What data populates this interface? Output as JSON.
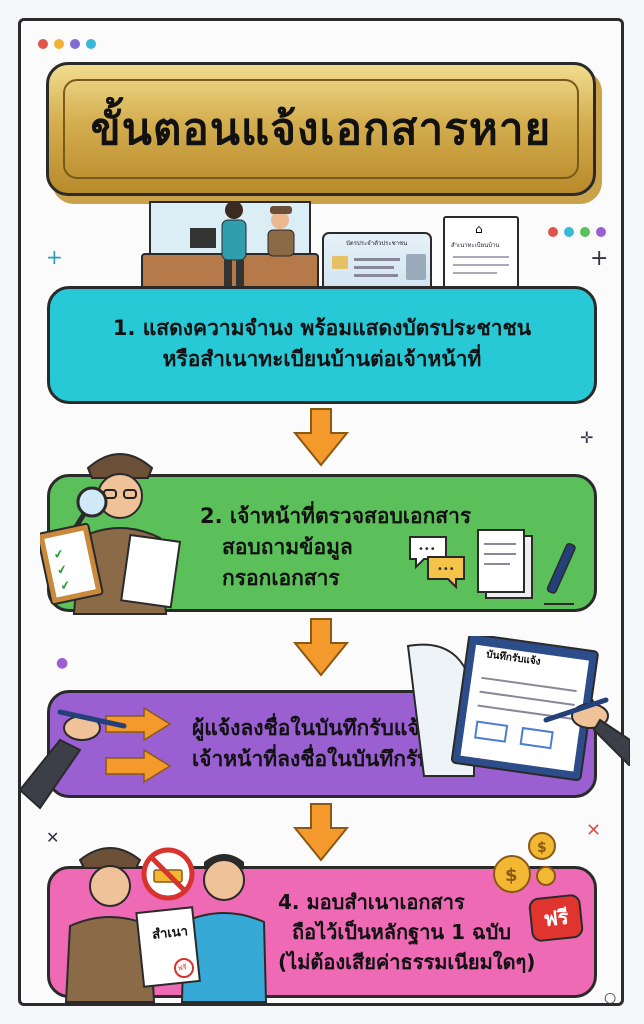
{
  "title": "ขั้นตอนแจ้งเอกสารหาย",
  "colors": {
    "step1": "#28c9d6",
    "step2": "#5cc05a",
    "step3": "#9a5fd1",
    "step4": "#ef6ab5",
    "arrow": "#f49a2c",
    "gold": "#d4ae4f"
  },
  "id_card": {
    "header": "บัตรประจำตัวประชาชน"
  },
  "house_doc": {
    "header": "สำเนาทะเบียนบ้าน"
  },
  "record_doc": {
    "header": "บันทึกรับแจ้ง"
  },
  "copy_doc": {
    "header": "สำเนา",
    "stamp": "ฟรี"
  },
  "steps": [
    {
      "lines": [
        "1. แสดงความจำนง พร้อมแสดงบัตรประชาชน",
        "หรือสำเนาทะเบียนบ้านต่อเจ้าหน้าที่"
      ]
    },
    {
      "lines": [
        "2. เจ้าหน้าที่ตรวจสอบเอกสาร",
        "สอบถามข้อมูล",
        "กรอกเอกสาร"
      ]
    },
    {
      "lines": [
        "ผู้แจ้งลงชื่อในบันทึกรับแจ้ง",
        "เจ้าหน้าที่ลงชื่อในบันทึกรับแจ้ง"
      ]
    },
    {
      "lines": [
        "4. มอบสำเนาเอกสาร",
        "ถือไว้เป็นหลักฐาน 1 ฉบับ",
        "(ไม่ต้องเสียค่าธรรมเนียมใดๆ)"
      ]
    }
  ],
  "free_badge": "ฟรี",
  "icons": [
    "counter-desk-icon",
    "id-card-icon",
    "house-registration-icon",
    "police-officer-icon",
    "magnifier-icon",
    "clipboard-icon",
    "chat-bubbles-icon",
    "papers-icon",
    "pen-icon",
    "signing-hand-icon",
    "record-form-icon",
    "coins-icon",
    "no-money-icon"
  ]
}
